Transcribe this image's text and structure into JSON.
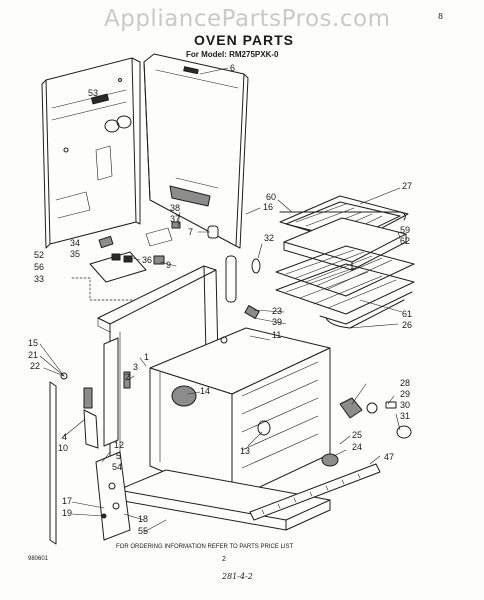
{
  "watermark": "AppliancePartsPros.com",
  "title": "OVEN PARTS",
  "subtitle": "For Model: RM275PXK-0",
  "footer_note": "FOR ORDERING INFORMATION REFER TO PARTS PRICE LIST",
  "doc_code": "980601",
  "page_number": "2",
  "handwritten_note": "281-4-2",
  "corner_mark": "8",
  "callouts": [
    "53",
    "6",
    "16",
    "27",
    "38",
    "37",
    "7",
    "32",
    "60",
    "59",
    "62",
    "52",
    "56",
    "33",
    "34",
    "35",
    "36",
    "9",
    "23",
    "39",
    "61",
    "26",
    "11",
    "15",
    "21",
    "22",
    "3",
    "2",
    "1",
    "14",
    "28",
    "29",
    "30",
    "31",
    "4",
    "10",
    "12",
    "5",
    "54",
    "13",
    "25",
    "24",
    "47",
    "17",
    "19",
    "18",
    "55"
  ]
}
